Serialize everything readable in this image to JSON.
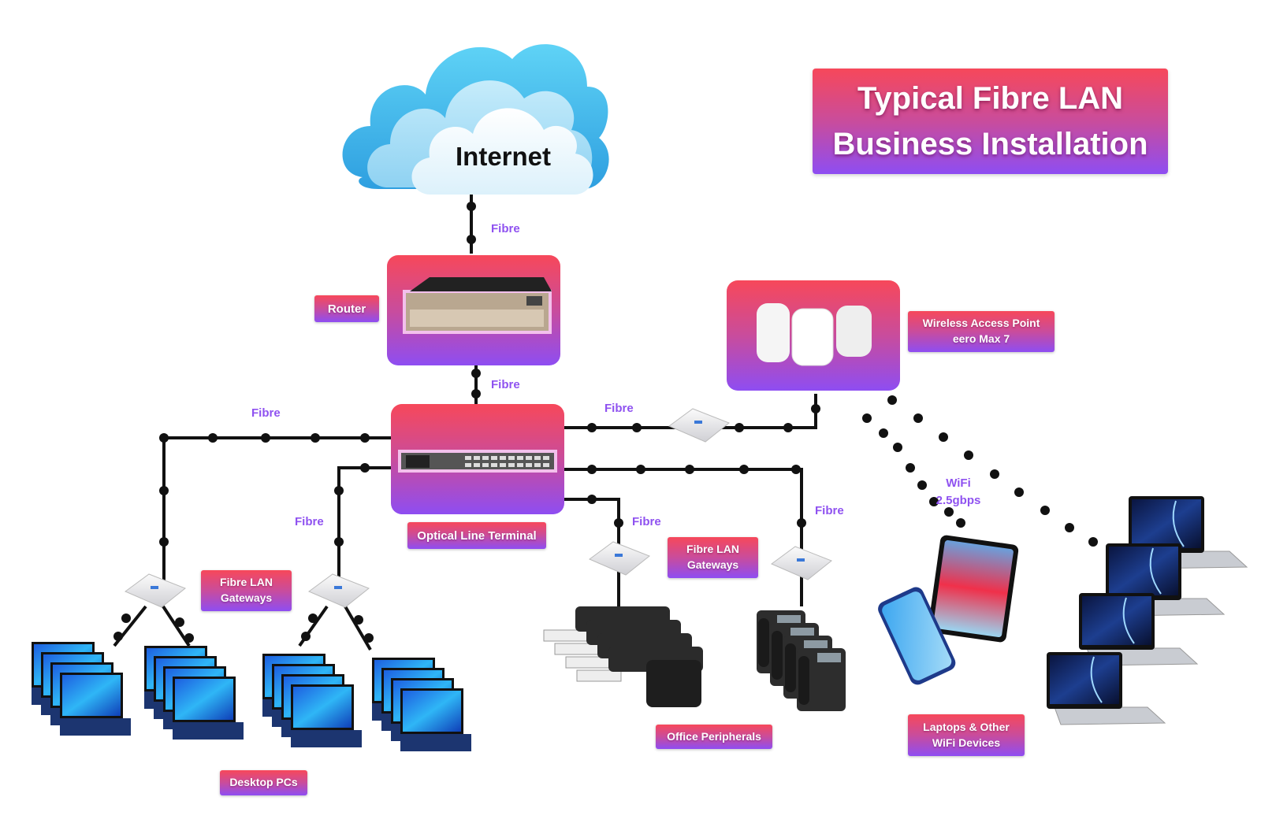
{
  "title": {
    "line1": "Typical Fibre LAN",
    "line2": "Business Installation"
  },
  "colors": {
    "gradient_top": "#f7485a",
    "gradient_bottom": "#8e4df2",
    "fibre_label": "#8f52f0",
    "link": "#111111",
    "cloud": "#4fc3f0"
  },
  "nodes": {
    "internet": {
      "label": "Internet",
      "icon": "cloud-icon"
    },
    "router": {
      "label": "Router",
      "icon": "router-icon"
    },
    "olt": {
      "label": "Optical Line Terminal",
      "icon": "olt-icon"
    },
    "wap": {
      "line1": "Wireless Access Point",
      "line2": "eero Max 7",
      "icon": "wireless-access-point-icon"
    },
    "gateways_left": {
      "line1": "Fibre LAN",
      "line2": "Gateways",
      "icon": "gateway-icon"
    },
    "gateways_right": {
      "line1": "Fibre LAN",
      "line2": "Gateways",
      "icon": "gateway-icon"
    },
    "desktops": {
      "label": "Desktop PCs",
      "icon": "desktop-pc-icon"
    },
    "peripherals": {
      "label": "Office Peripherals",
      "icon": "printer-icon"
    },
    "wifi_devices": {
      "line1": "Laptops & Other",
      "line2": "WiFi Devices",
      "icon": "laptop-icon"
    }
  },
  "links": {
    "internet_router": "Fibre",
    "router_olt": "Fibre",
    "olt_left": "Fibre",
    "olt_left2": "Fibre",
    "olt_wap": "Fibre",
    "olt_peripheral": "Fibre",
    "olt_phone": "Fibre",
    "wifi": {
      "line1": "WiFi",
      "line2": "2.5gbps"
    }
  }
}
